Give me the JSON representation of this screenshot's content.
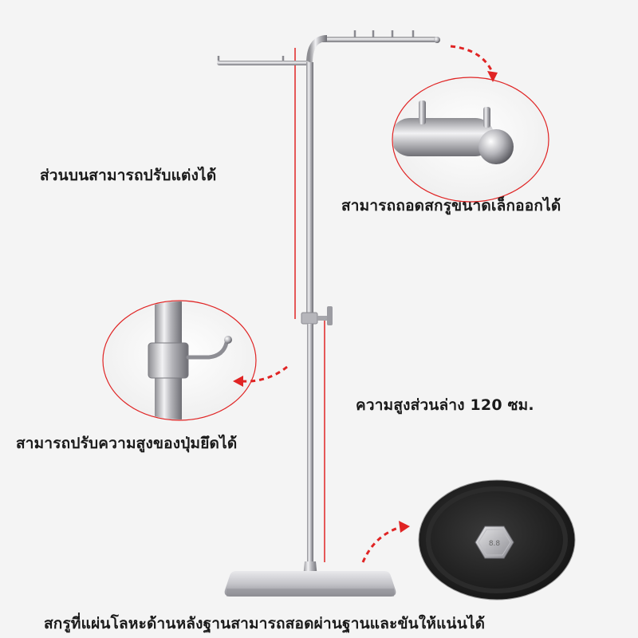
{
  "labels": {
    "upper": "ส่วนบนสามารถปรับแต่งได้",
    "remove_screws": "สามารถถอดสกรูขนาดเล็กออกได้",
    "lower_height": "ความสูงส่วนล่าง 120 ซม.",
    "adjust_height": "สามารถปรับความสูงของปุ่มยึดได้",
    "base_screw": "สกรูที่แผ่นโลหะด้านหลังฐานสามารถสอดผ่านฐานและขันให้แน่นได้"
  },
  "bolt_marking": "8.8",
  "colors": {
    "background": "#f4f4f4",
    "text": "#1a1a1a",
    "accent_red": "#e02424",
    "steel": "#c8c8cc"
  }
}
